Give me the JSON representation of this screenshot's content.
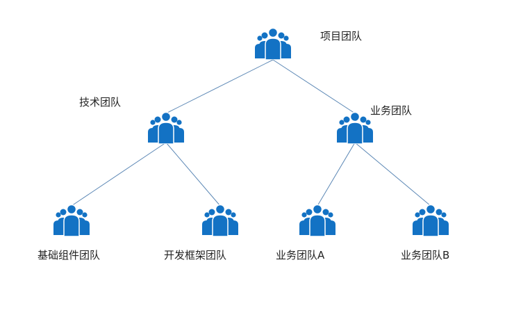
{
  "diagram": {
    "type": "org-tree",
    "icon": "team-people-icon",
    "colors": {
      "icon": "#1372c4",
      "line": "#5b87b5",
      "text": "#222222",
      "background": "#ffffff"
    },
    "nodes": [
      {
        "id": "project",
        "label": "项目团队"
      },
      {
        "id": "tech",
        "label": "技术团队"
      },
      {
        "id": "business",
        "label": "业务团队"
      },
      {
        "id": "base",
        "label": "基础组件团队"
      },
      {
        "id": "framework",
        "label": "开发框架团队"
      },
      {
        "id": "busa",
        "label": "业务团队A"
      },
      {
        "id": "busb",
        "label": "业务团队B"
      }
    ],
    "edges": [
      {
        "from": "project",
        "to": "tech"
      },
      {
        "from": "project",
        "to": "business"
      },
      {
        "from": "tech",
        "to": "base"
      },
      {
        "from": "tech",
        "to": "framework"
      },
      {
        "from": "business",
        "to": "busa"
      },
      {
        "from": "business",
        "to": "busb"
      }
    ]
  }
}
